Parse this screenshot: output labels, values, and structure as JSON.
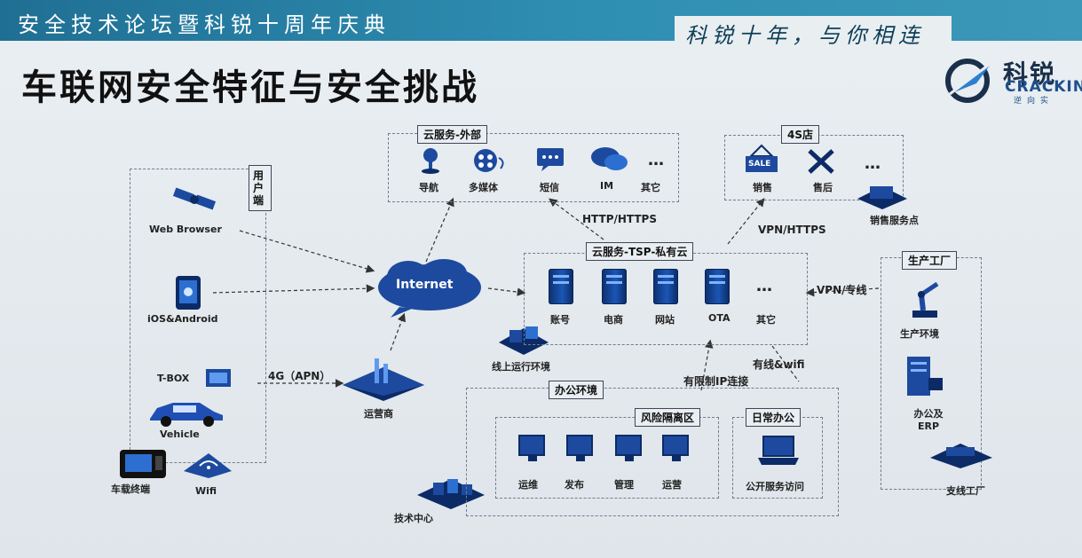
{
  "header": {
    "event_title": "安全技术论坛暨科锐十周年庆典",
    "slogan": "科锐十年，与你相连"
  },
  "slide_title": "车联网安全特征与安全挑战",
  "logo": {
    "cn": "科锐",
    "en": "CRACKIN",
    "sub": "逆向实"
  },
  "groups": {
    "cloud_external": {
      "title": "云服务-外部",
      "items": [
        "导航",
        "多媒体",
        "短信",
        "IM",
        "其它"
      ]
    },
    "store_4s": {
      "title": "4S店",
      "items": [
        "销售",
        "售后"
      ],
      "sale_sign": "SALE",
      "outside": "销售服务点"
    },
    "user_end": {
      "title": "用户端",
      "items": [
        "Web Browser",
        "iOS&Android",
        "T-BOX",
        "Vehicle",
        "车载终端",
        "Wifi"
      ]
    },
    "cloud_private": {
      "title": "云服务-TSP-私有云",
      "items": [
        "账号",
        "电商",
        "网站",
        "OTA",
        "其它"
      ]
    },
    "factory": {
      "title": "生产工厂",
      "items": [
        "生产环境",
        "办公及ERP",
        "支线工厂"
      ]
    },
    "office": {
      "title": "办公环境",
      "isolated": {
        "title": "风险隔离区",
        "items": [
          "运维",
          "发布",
          "管理",
          "运营"
        ]
      },
      "daily": {
        "title": "日常办公",
        "items": [
          "公开服务访问"
        ]
      }
    }
  },
  "nodes": {
    "internet": "Internet",
    "online_env": "线上运行环境",
    "operator": "运营商",
    "tech_center": "技术中心"
  },
  "links": {
    "http": "HTTP/HTTPS",
    "vpn_https": "VPN/HTTPS",
    "vpn_line": "VPN/专线",
    "apn": "4G（APN）",
    "wired": "有线&wifi",
    "limited_ip": "有限制IP连接"
  },
  "ellipsis": "…",
  "colors": {
    "accent_blue": "#1a56b5",
    "header": "#2f8fb3"
  }
}
